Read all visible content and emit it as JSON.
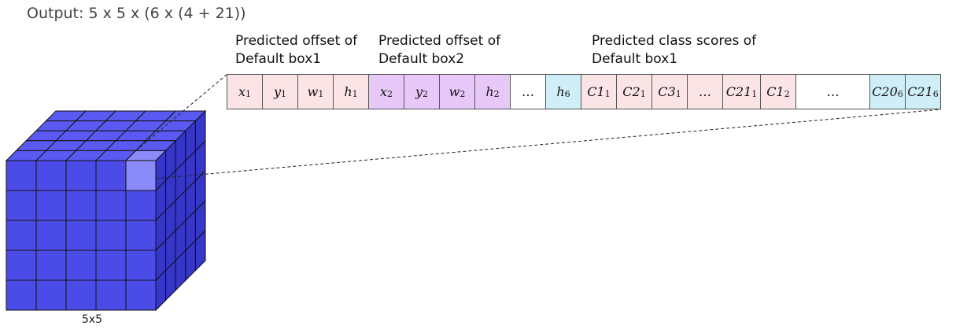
{
  "title": "Output: 5 x 5 x (6 x (4 + 21))",
  "labels": {
    "box1_line1": "Predicted offset of",
    "box1_line2": "Default box1",
    "box2_line1": "Predicted offset of",
    "box2_line2": "Default box2",
    "cls_line1": "Predicted class scores of",
    "cls_line2": "Default box1"
  },
  "cells": [
    {
      "base": "x",
      "sub": "1",
      "group": "box1"
    },
    {
      "base": "y",
      "sub": "1",
      "group": "box1"
    },
    {
      "base": "w",
      "sub": "1",
      "group": "box1"
    },
    {
      "base": "h",
      "sub": "1",
      "group": "box1"
    },
    {
      "base": "x",
      "sub": "2",
      "group": "box2"
    },
    {
      "base": "y",
      "sub": "2",
      "group": "box2"
    },
    {
      "base": "w",
      "sub": "2",
      "group": "box2"
    },
    {
      "base": "h",
      "sub": "2",
      "group": "box2"
    },
    {
      "base": "…",
      "sub": "",
      "group": "plain"
    },
    {
      "base": "h",
      "sub": "6",
      "group": "box6"
    },
    {
      "base": "C1",
      "sub": "1",
      "group": "cls1"
    },
    {
      "base": "C2",
      "sub": "1",
      "group": "cls1"
    },
    {
      "base": "C3",
      "sub": "1",
      "group": "cls1"
    },
    {
      "base": "…",
      "sub": "",
      "group": "cls1"
    },
    {
      "base": "C21",
      "sub": "1",
      "group": "cls1"
    },
    {
      "base": "C1",
      "sub": "2",
      "group": "cls1"
    },
    {
      "base": "…",
      "sub": "",
      "group": "plain"
    },
    {
      "base": "C20",
      "sub": "6",
      "group": "cls6"
    },
    {
      "base": "C21",
      "sub": "6",
      "group": "cls6"
    }
  ],
  "cube": {
    "label": "5x5",
    "grid": 5,
    "front_color": "#4b4be8",
    "top_color": "#5a5af2",
    "side_color": "#3636c8",
    "highlight_color": "#8a8af8"
  }
}
